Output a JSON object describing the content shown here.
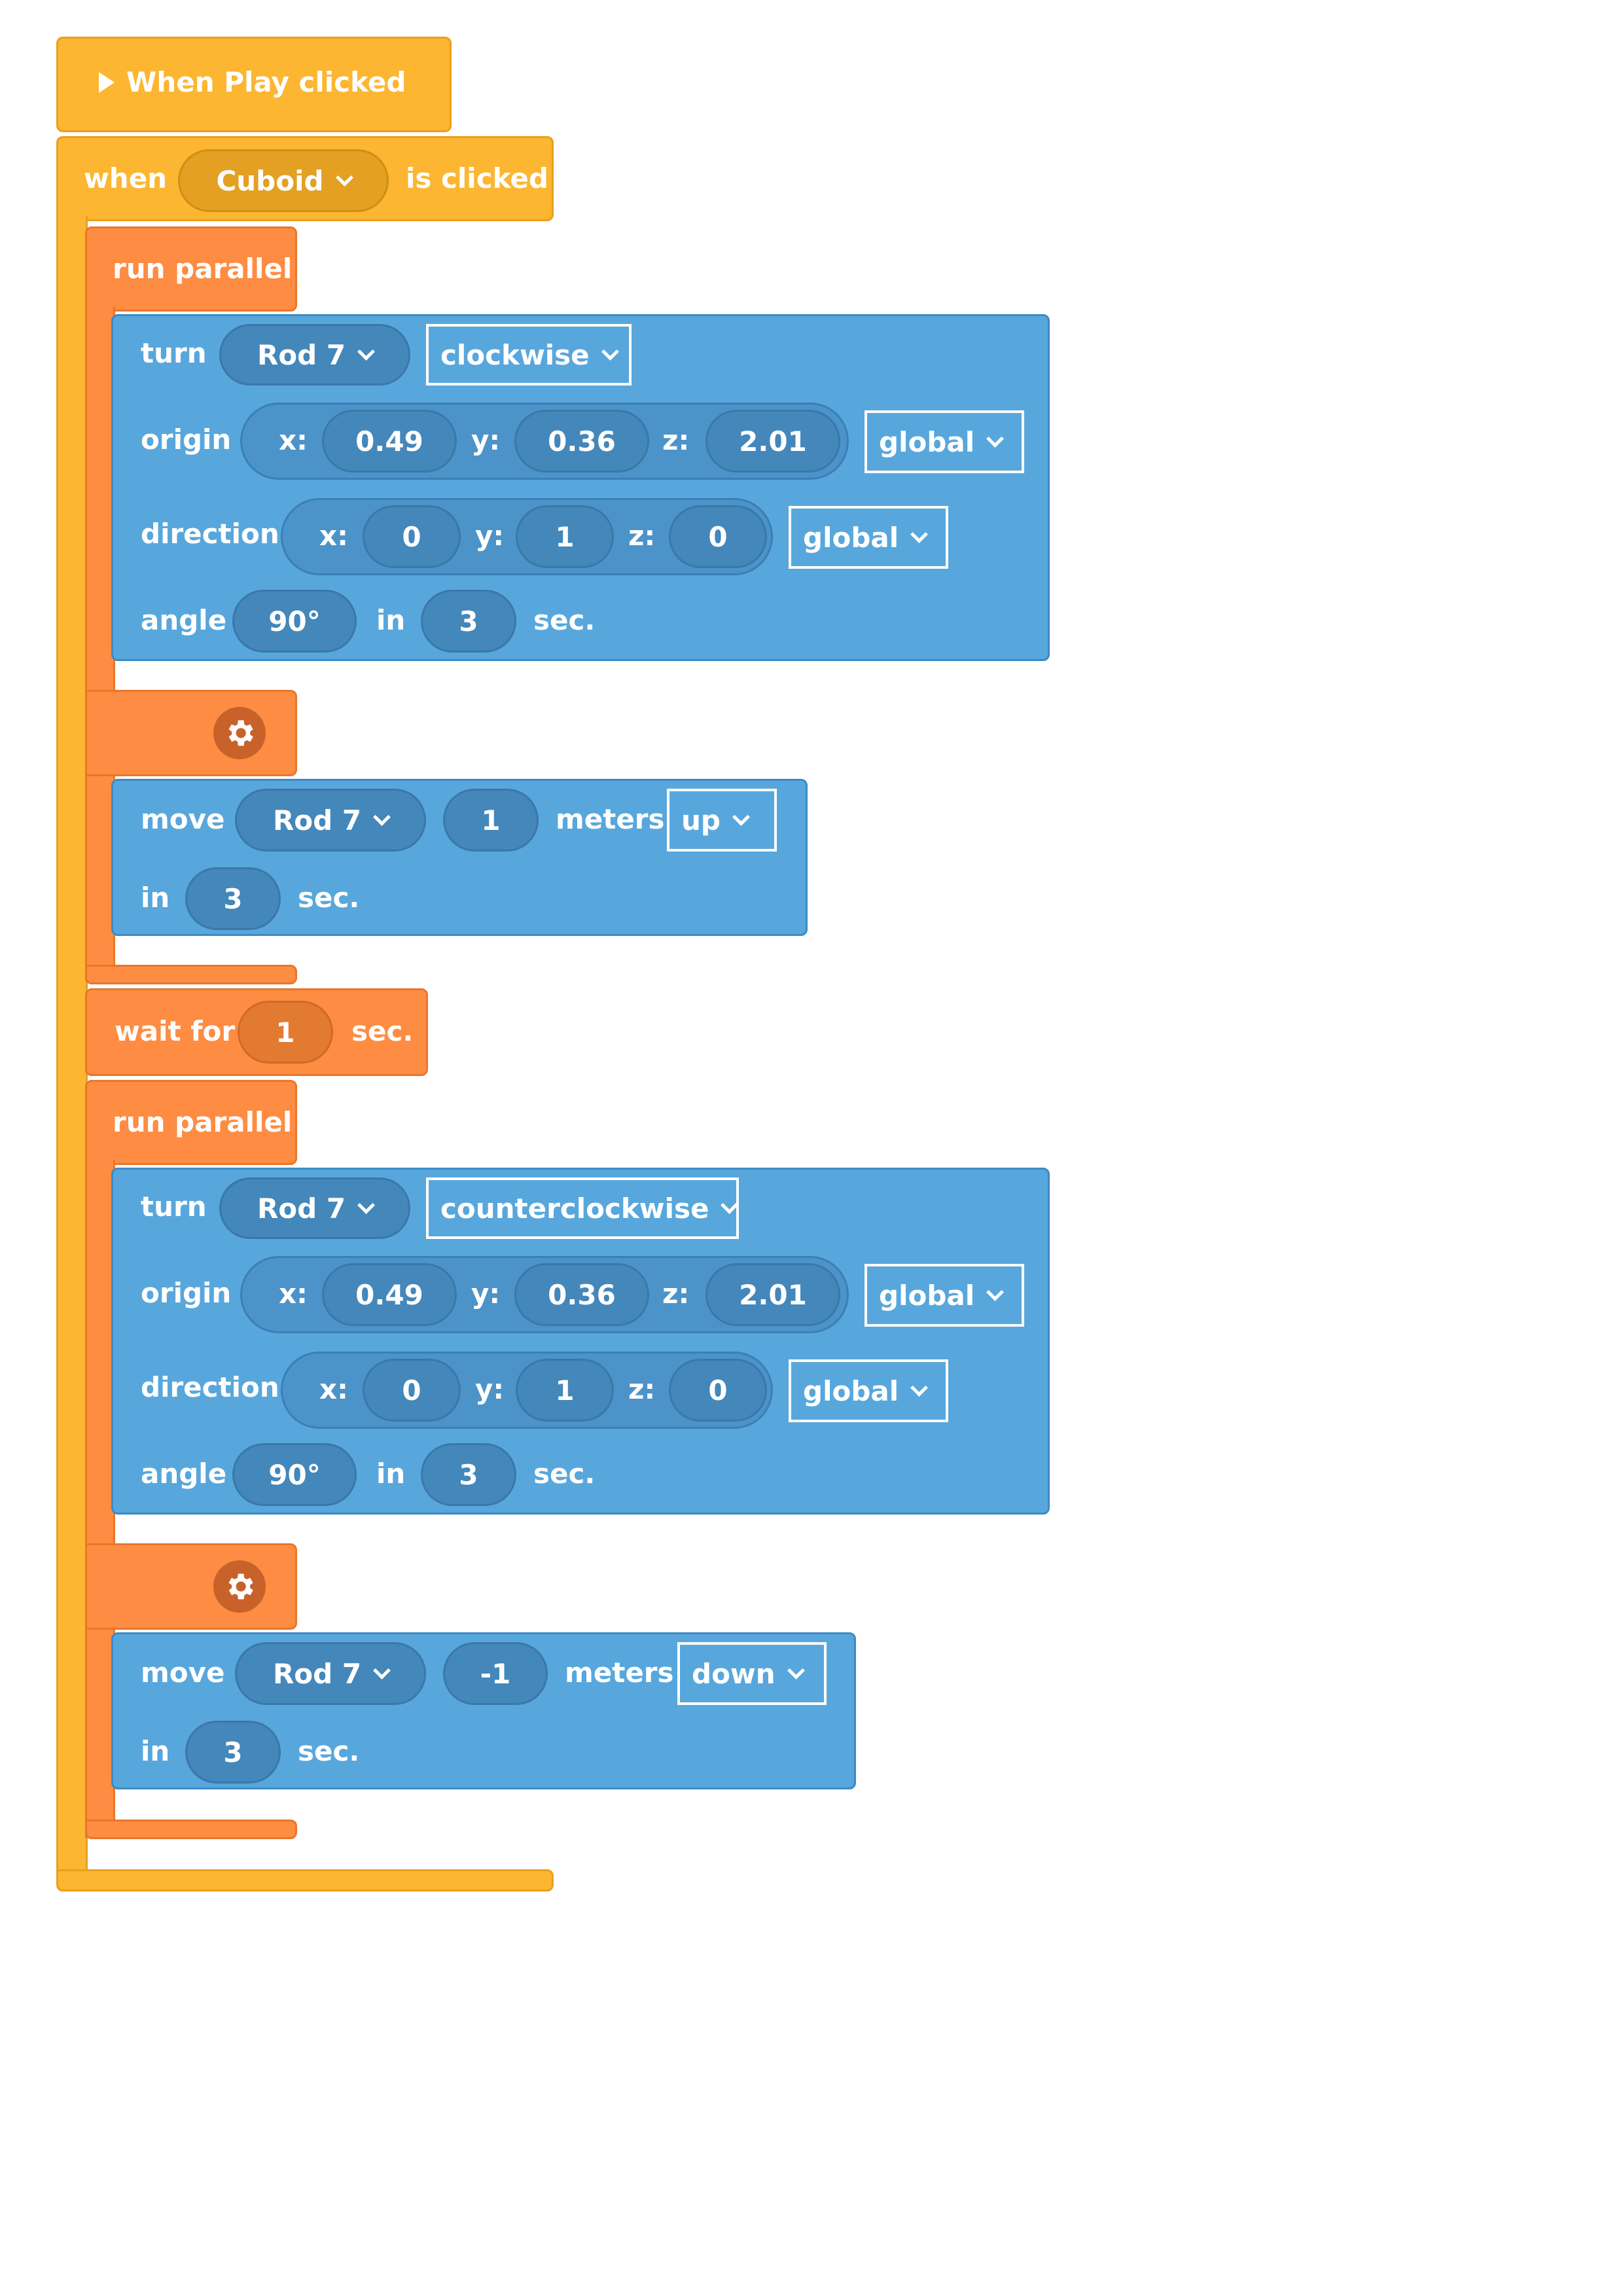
{
  "hat": {
    "label": "When Play clicked",
    "icon": "play-icon"
  },
  "event": {
    "when": "when",
    "object": "Cuboid",
    "suffix": "is clicked"
  },
  "groups": [
    {
      "run_label": "run parallel",
      "turn": {
        "label": "turn",
        "target": "Rod 7",
        "direction_mode": "clockwise",
        "origin": {
          "label": "origin",
          "x_label": "x:",
          "x": "0.49",
          "y_label": "y:",
          "y": "0.36",
          "z_label": "z:",
          "z": "2.01",
          "space": "global"
        },
        "direction": {
          "label": "direction",
          "x_label": "x:",
          "x": "0",
          "y_label": "y:",
          "y": "1",
          "z_label": "z:",
          "z": "0",
          "space": "global"
        },
        "angle": {
          "label": "angle",
          "value": "90°",
          "in_label": "in",
          "time": "3",
          "unit": "sec."
        }
      },
      "gear_icon": "gear-icon",
      "move": {
        "label": "move",
        "target": "Rod 7",
        "amount": "1",
        "unit": "meters",
        "dir": "up",
        "in_label": "in",
        "time": "3",
        "time_unit": "sec."
      }
    },
    {
      "run_label": "run parallel",
      "turn": {
        "label": "turn",
        "target": "Rod 7",
        "direction_mode": "counterclockwise",
        "origin": {
          "label": "origin",
          "x_label": "x:",
          "x": "0.49",
          "y_label": "y:",
          "y": "0.36",
          "z_label": "z:",
          "z": "2.01",
          "space": "global"
        },
        "direction": {
          "label": "direction",
          "x_label": "x:",
          "x": "0",
          "y_label": "y:",
          "y": "1",
          "z_label": "z:",
          "z": "0",
          "space": "global"
        },
        "angle": {
          "label": "angle",
          "value": "90°",
          "in_label": "in",
          "time": "3",
          "unit": "sec."
        }
      },
      "gear_icon": "gear-icon",
      "move": {
        "label": "move",
        "target": "Rod 7",
        "amount": "-1",
        "unit": "meters",
        "dir": "down",
        "in_label": "in",
        "time": "3",
        "time_unit": "sec."
      }
    }
  ],
  "wait": {
    "label": "wait for",
    "value": "1",
    "unit": "sec."
  },
  "colors": {
    "event": "#fcb631",
    "control": "#fe8c42",
    "motion": "#58a7dc"
  }
}
